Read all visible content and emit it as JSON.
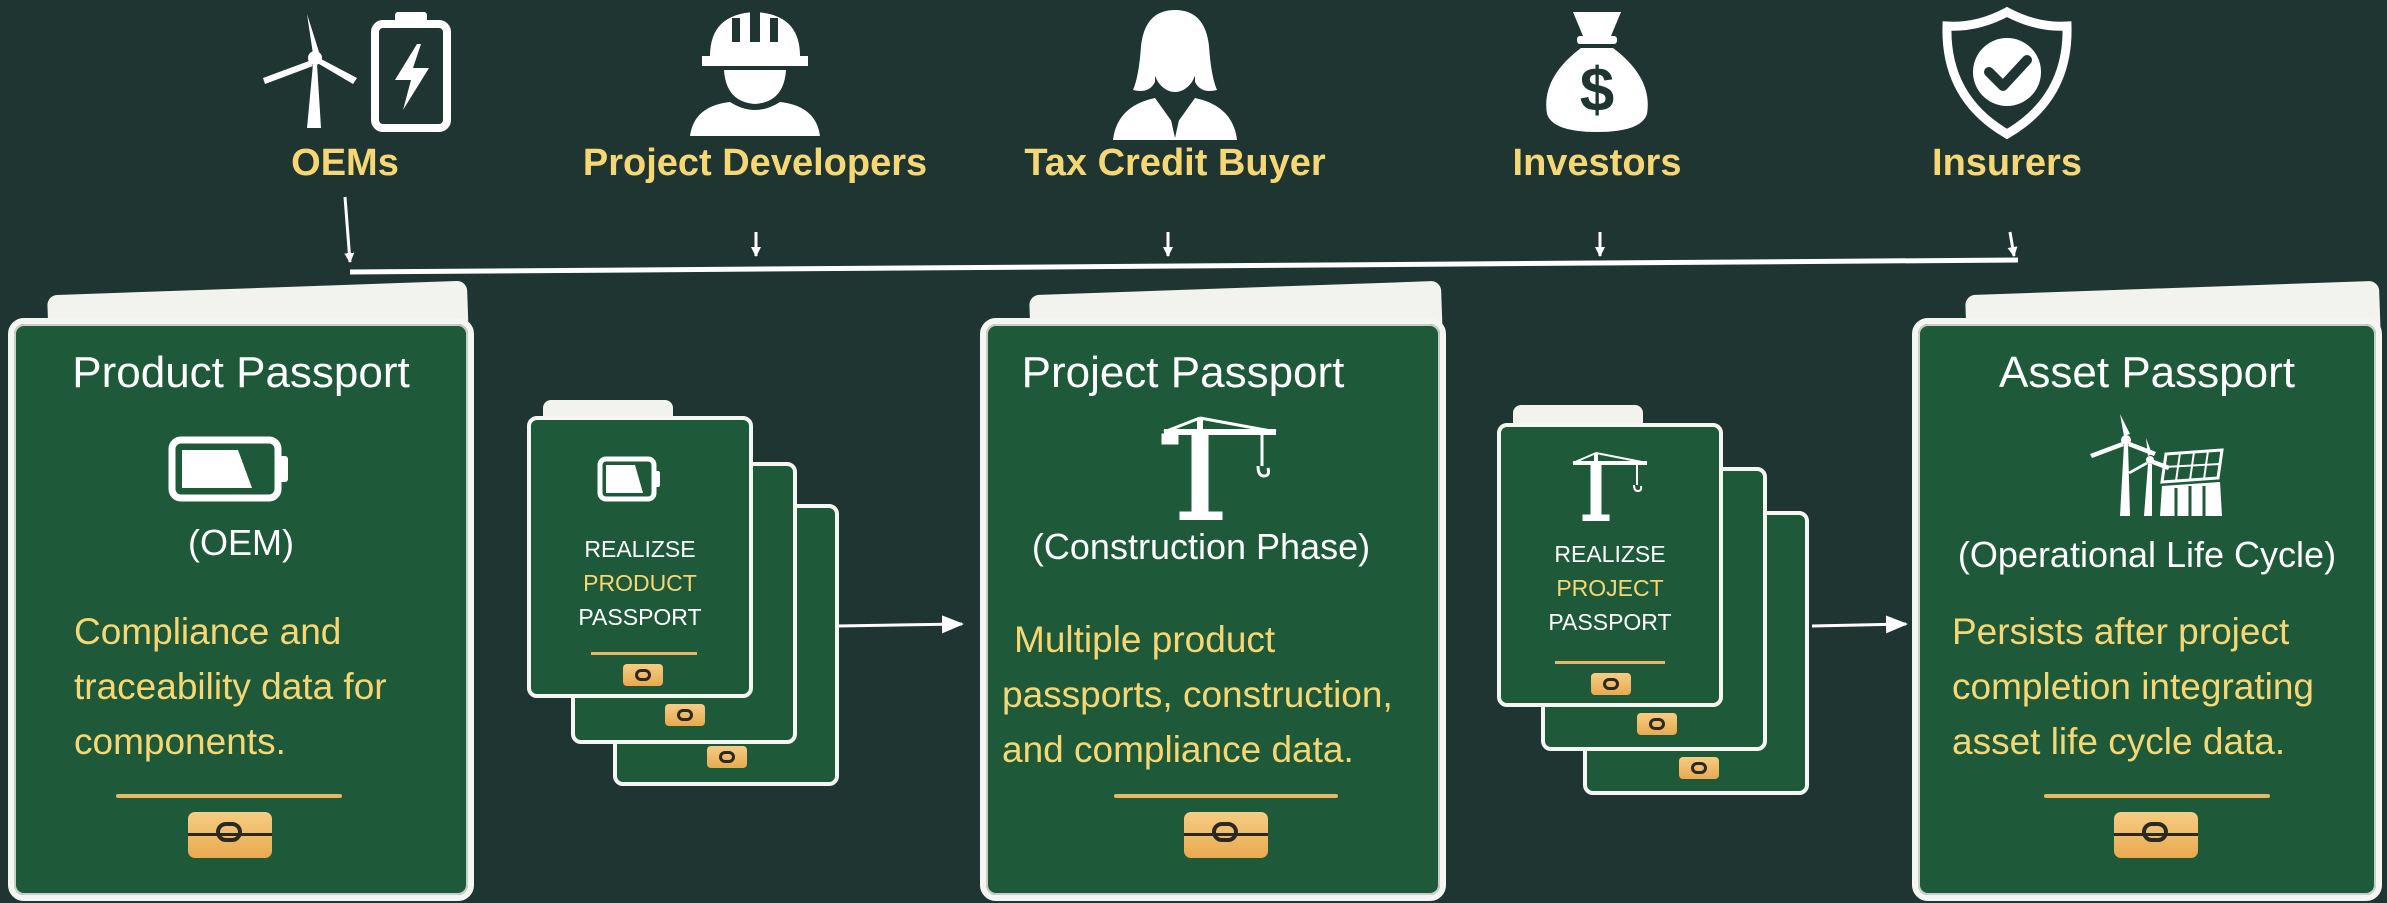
{
  "stakeholders": [
    {
      "label": "OEMs",
      "icons": [
        "wind-turbine-icon",
        "battery-charging-icon"
      ]
    },
    {
      "label": "Project Developers",
      "icons": [
        "hard-hat-worker-icon"
      ]
    },
    {
      "label": "Tax Credit Buyer",
      "icons": [
        "businesswoman-icon"
      ]
    },
    {
      "label": "Investors",
      "icons": [
        "money-bag-icon"
      ]
    },
    {
      "label": "Insurers",
      "icons": [
        "shield-check-icon"
      ]
    }
  ],
  "passports": {
    "product": {
      "title": "Product Passport",
      "subtitle": "(OEM)",
      "description_lines": [
        "Compliance and",
        "traceability data for",
        "components."
      ],
      "icon": "battery-icon"
    },
    "project": {
      "title": "Project Passport",
      "subtitle": "(Construction Phase)",
      "description_lines": [
        "Multiple product",
        "passports, construction,",
        "and compliance data."
      ],
      "icon": "construction-crane-icon"
    },
    "asset": {
      "title": "Asset Passport",
      "subtitle": "(Operational Life Cycle)",
      "description_lines": [
        "Persists after project",
        "completion integrating",
        "asset life cycle data."
      ],
      "icon": "wind-solar-icon"
    }
  },
  "stacks": {
    "product": {
      "line1": "REALIZSE",
      "line2": "PRODUCT",
      "line3": "PASSPORT"
    },
    "project": {
      "line1": "REALIZSE",
      "line2": "PROJECT",
      "line3": "PASSPORT"
    }
  },
  "colors": {
    "background": "#1f3532",
    "passport_green": "#1e5a3a",
    "accent_yellow": "#f7d774",
    "chip_gold": "#e9a94f",
    "line_white": "#ffffff"
  }
}
